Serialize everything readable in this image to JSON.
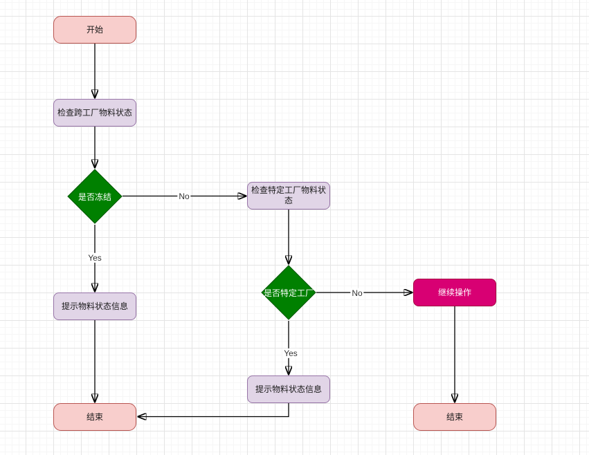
{
  "diagram": {
    "type": "flowchart",
    "nodes": {
      "start": {
        "label": "开始",
        "shape": "terminator"
      },
      "check_cross_plant": {
        "label": "检查跨工厂物料状态",
        "shape": "process"
      },
      "freeze_decision": {
        "label": "是否冻结",
        "shape": "decision"
      },
      "check_specific_plant": {
        "label": "检查特定工厂物料状态",
        "shape": "process"
      },
      "prompt_status_left": {
        "label": "提示物料状态信息",
        "shape": "process"
      },
      "specific_plant_decision": {
        "label": "是否特定工厂",
        "shape": "decision"
      },
      "continue_operation": {
        "label": "继续操作",
        "shape": "action"
      },
      "prompt_status_right": {
        "label": "提示物料状态信息",
        "shape": "process"
      },
      "end_left": {
        "label": "结束",
        "shape": "terminator"
      },
      "end_right": {
        "label": "结束",
        "shape": "terminator"
      }
    },
    "edge_labels": {
      "freeze_no": "No",
      "freeze_yes": "Yes",
      "specific_no": "No",
      "specific_yes": "Yes"
    },
    "palette": {
      "terminator_fill": "#f8cecc",
      "terminator_stroke": "#b85450",
      "process_fill": "#e1d5e7",
      "process_stroke": "#9673a6",
      "decision_fill": "#008000",
      "decision_stroke": "#005500",
      "action_fill": "#d80073",
      "action_stroke": "#a50040",
      "edge_color": "#000000",
      "grid_major": "#e4e4e4",
      "grid_minor": "#f6f6f6",
      "text_dark": "#1a1a1a",
      "text_light": "#ffffff"
    }
  }
}
